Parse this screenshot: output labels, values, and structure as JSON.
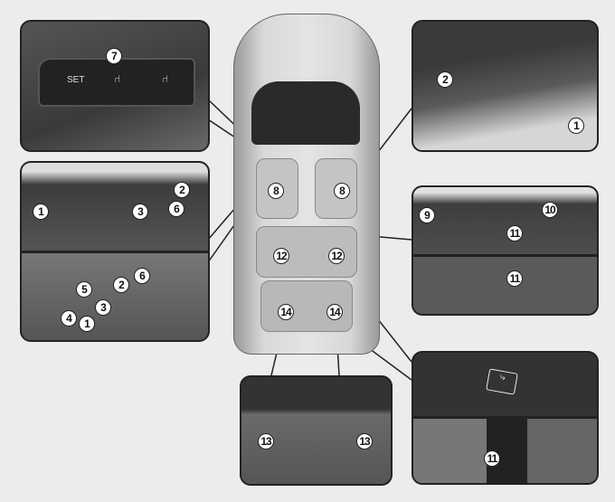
{
  "memory_switch": {
    "set_label": "SET",
    "callout": "7"
  },
  "seat_side_callouts": [
    "1",
    "2",
    "3",
    "6"
  ],
  "switch_panel_callouts": [
    "5",
    "2",
    "6",
    "3",
    "4",
    "1"
  ],
  "rear_seat_callouts": [
    "2",
    "1"
  ],
  "second_row_callouts": [
    "9",
    "10",
    "11",
    "11"
  ],
  "third_row_button_callout": "11",
  "car_callouts": {
    "front_left": "8",
    "front_right": "8",
    "mid_left": "12",
    "mid_right": "12",
    "rear_left": "14",
    "rear_right": "14"
  },
  "cargo_callouts": [
    "13",
    "13"
  ],
  "colors": {
    "background": "#ececec",
    "panel_dark": "#3a3a3a",
    "callout": "#ffffff"
  }
}
